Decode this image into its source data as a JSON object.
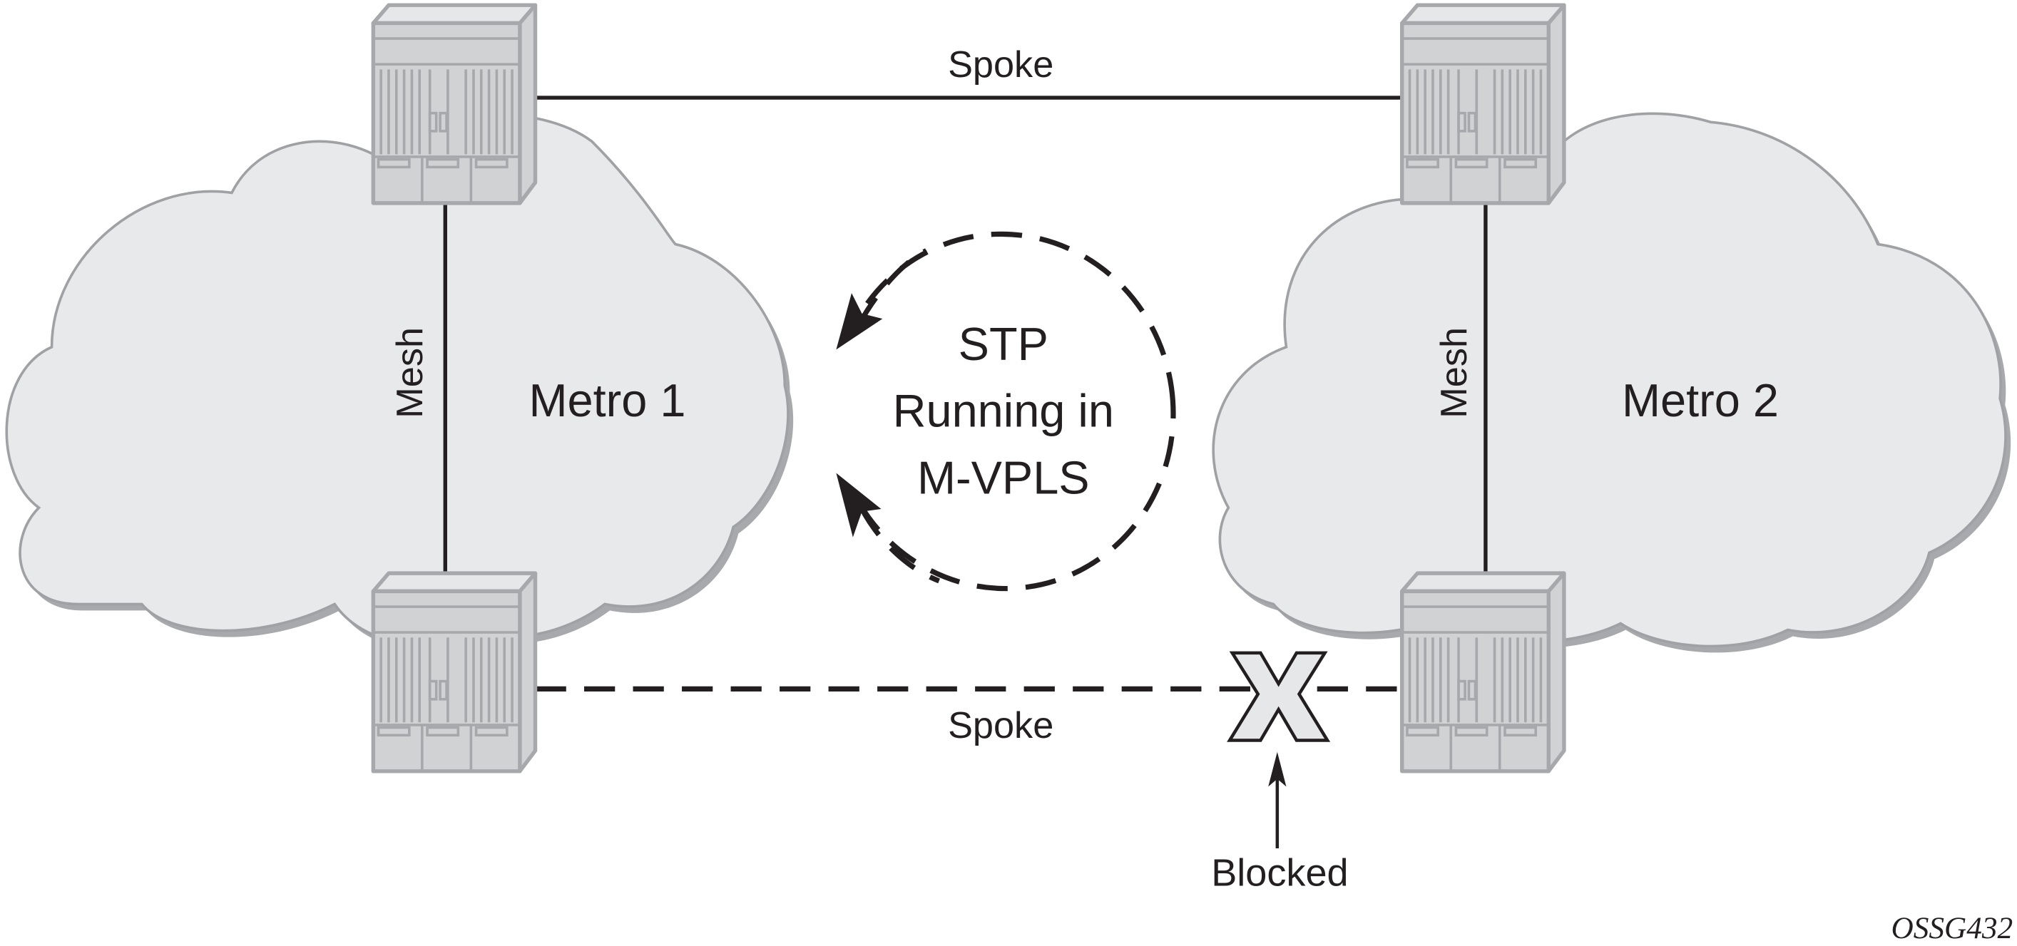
{
  "diagram": {
    "clouds": [
      {
        "id": "metro1",
        "label": "Metro 1",
        "mesh_label": "Mesh"
      },
      {
        "id": "metro2",
        "label": "Metro 2",
        "mesh_label": "Mesh"
      }
    ],
    "links": {
      "top_spoke_label": "Spoke",
      "bottom_spoke_label": "Spoke",
      "bottom_spoke_state": "blocked"
    },
    "stp": {
      "line1": "STP",
      "line2": "Running in",
      "line3": "M-VPLS"
    },
    "blocked_label": "Blocked",
    "blocked_mark": "X",
    "figure_id": "OSSG432"
  }
}
